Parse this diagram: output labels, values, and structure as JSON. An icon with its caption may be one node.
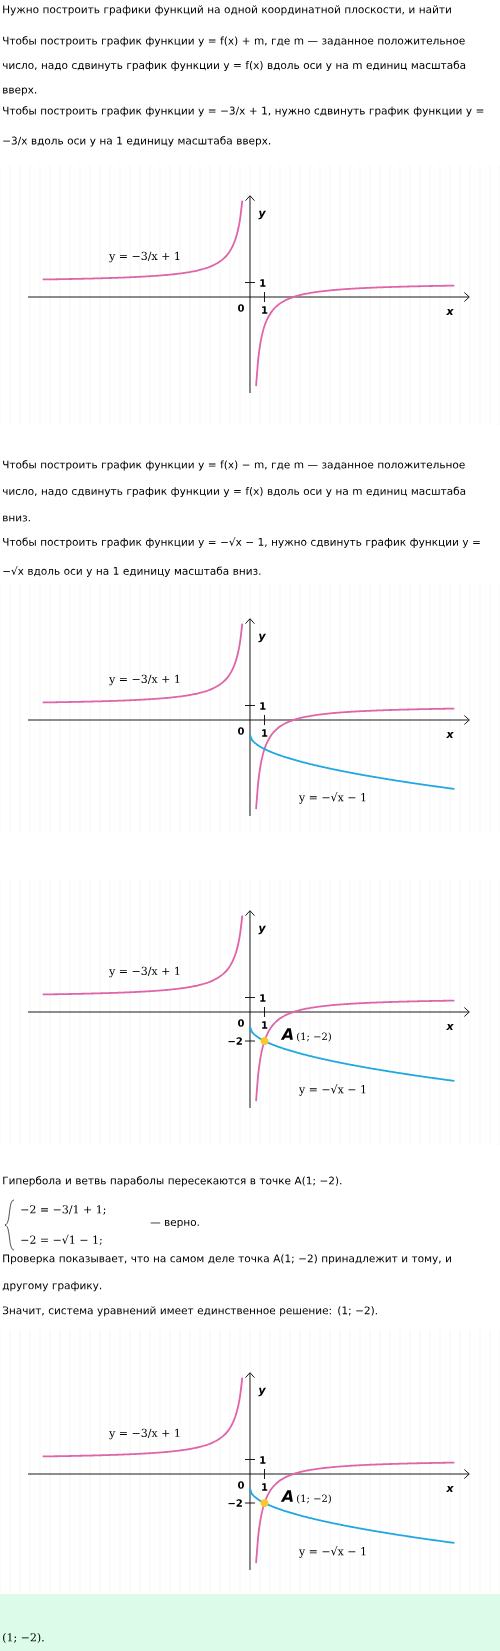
{
  "diagram": {
    "labels": [
      "Нужно построить графики функций на одной координатной плоскости, и найти",
      "Чтобы построить график функции y = f(x) + m, где m — заданное положительное число, надо сдвинуть график функции y = f(x) вдоль оси y на m единиц масштаба вверх.",
      "Чтобы построить график функции y = −3/x + 1, нужно сдвинуть график функции y = −3/x вдоль оси y на 1 единицу масштаба вверх.",
      "y",
      "y = −3/x + 1",
      "1",
      "0",
      "1",
      "x",
      "Чтобы построить график функции y = f(x) − m, где m — заданное положительное число, надо сдвинуть график функции y = f(x) вдоль оси y на m единиц масштаба вниз.",
      "Чтобы построить график функции y = −√x − 1, нужно сдвинуть график функции y = −√x вдоль оси y на 1 единицу масштаба вниз.",
      "y",
      "y = −3/x + 1",
      "1",
      "0",
      "1",
      "x",
      "y = −√x − 1",
      "y",
      "y = −3/x + 1",
      "1",
      "0",
      "−2",
      "1",
      "A",
      "(1; −2)",
      "x",
      "y = −√x − 1",
      "Гипербола и ветвь параболы пересекаются в точке A(1; −2).",
      "−2 = −3/1 + 1;",
      "−2 = −√1 − 1;",
      "— верно.",
      "Проверка показывает, что на самом деле точка A(1; −2) принадлежит и тому, и другому графику.",
      "Значит, система уравнений имеет единственное решение: (1; −2).",
      "y",
      "y = −3/x + 1",
      "1",
      "0",
      "−2",
      "1",
      "A",
      "(1; −2)",
      "x",
      "y = −√x − 1",
      "(1; −2)."
    ]
  }
}
